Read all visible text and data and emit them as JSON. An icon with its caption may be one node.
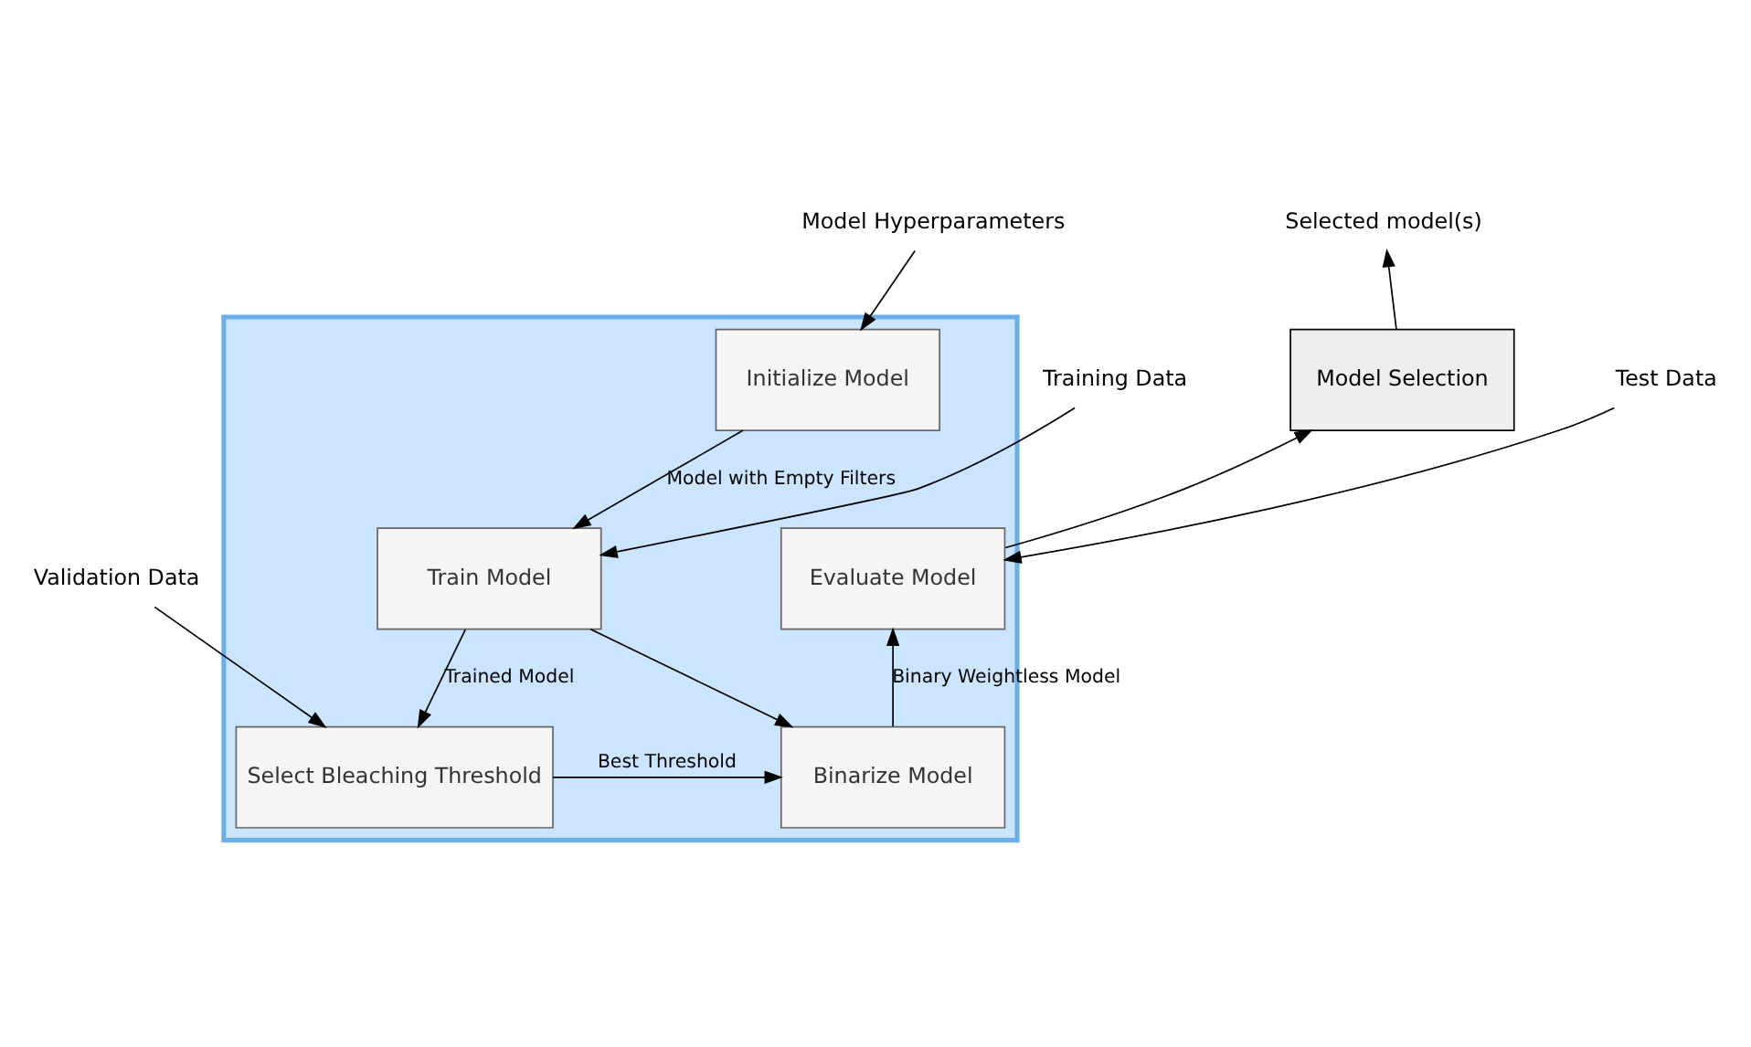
{
  "diagram": {
    "nodes": [
      {
        "text": [
          "Model Hyperparameters"
        ]
      },
      {
        "text": [
          "Selected model(s)"
        ]
      },
      {
        "text": [],
        "shape": "box"
      },
      {
        "text": [
          "Initialize Model"
        ],
        "in": 2
      },
      {
        "text": [
          "Model Selection"
        ]
      },
      {
        "text": [
          "Training Data"
        ]
      },
      {
        "text": [
          "Train Model"
        ],
        "in": 2
      },
      {
        "text": [
          "Evaluate Model"
        ],
        "in": 2
      },
      {
        "text": [
          "Test Data"
        ]
      },
      {
        "text": [
          "Validation Data"
        ]
      },
      {
        "text": [
          "Select Bleaching Threshold"
        ],
        "in": 2
      },
      {
        "text": [
          "Binarize Model"
        ],
        "in": 2
      }
    ],
    "edges": [
      {
        "from": 0,
        "to": 3,
        "arrow": "to"
      },
      {
        "from": 4,
        "to": 1,
        "arrow": "to"
      },
      {
        "from": 3,
        "to": 6,
        "arrow": "to",
        "label": "Model with Empty Filters"
      },
      {
        "from": 5,
        "to": 6,
        "arrow": "to"
      },
      {
        "from": 8,
        "to": 7,
        "arrow": "to"
      },
      {
        "from": 7,
        "to": 4,
        "arrow": "to"
      },
      {
        "from": 6,
        "to": 10,
        "arrow": "to",
        "label": "Trained Model"
      },
      {
        "from": 6,
        "to": 11,
        "arrow": "to"
      },
      {
        "from": 9,
        "to": 10,
        "arrow": "to"
      },
      {
        "from": 10,
        "to": 11,
        "arrow": "to",
        "label": "Best Threshold"
      },
      {
        "from": 11,
        "to": 7,
        "arrow": "to",
        "label": "Binary Weightless Model"
      }
    ]
  }
}
